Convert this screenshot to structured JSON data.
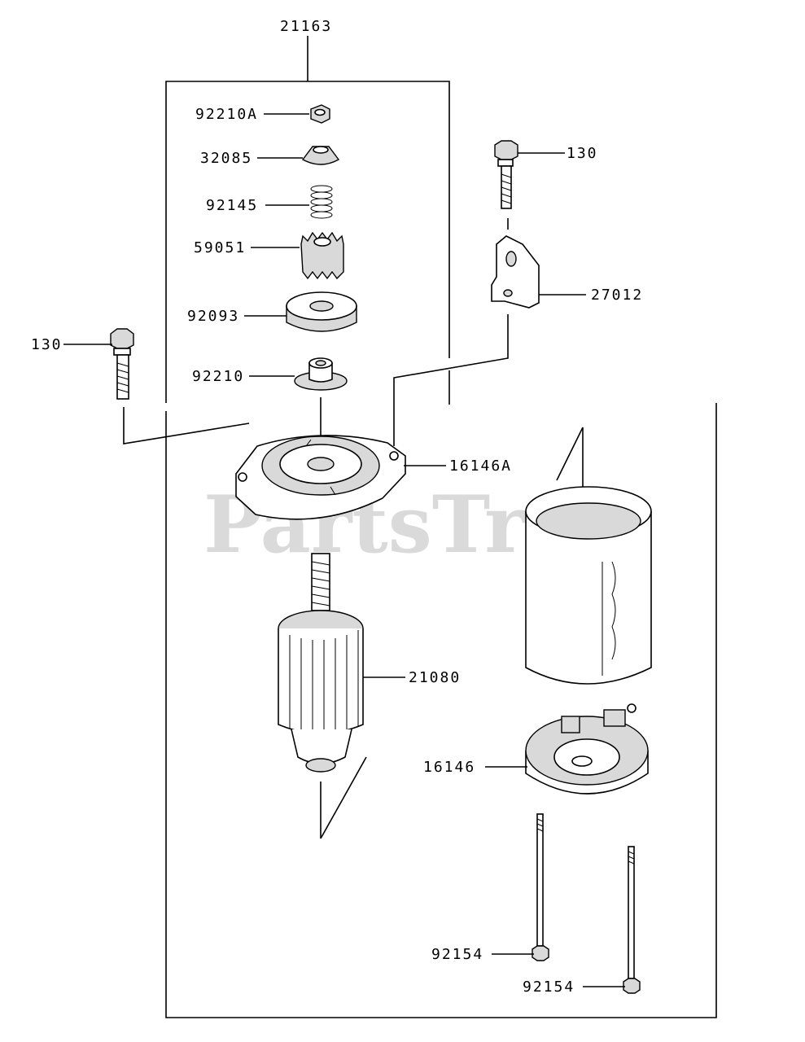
{
  "watermark": "PartsTree",
  "callouts": {
    "assembly": "21163",
    "nut": "92210A",
    "stop_collar": "32085",
    "spring": "92145",
    "pinion_gear": "59051",
    "washer": "92093",
    "drive_nut": "92210",
    "bolt_top_right": "130",
    "bracket": "27012",
    "bolt_left": "130",
    "end_cover_top": "16146A",
    "armature": "21080",
    "end_cover_bottom": "16146",
    "through_bolt_1": "92154",
    "through_bolt_2": "92154"
  }
}
